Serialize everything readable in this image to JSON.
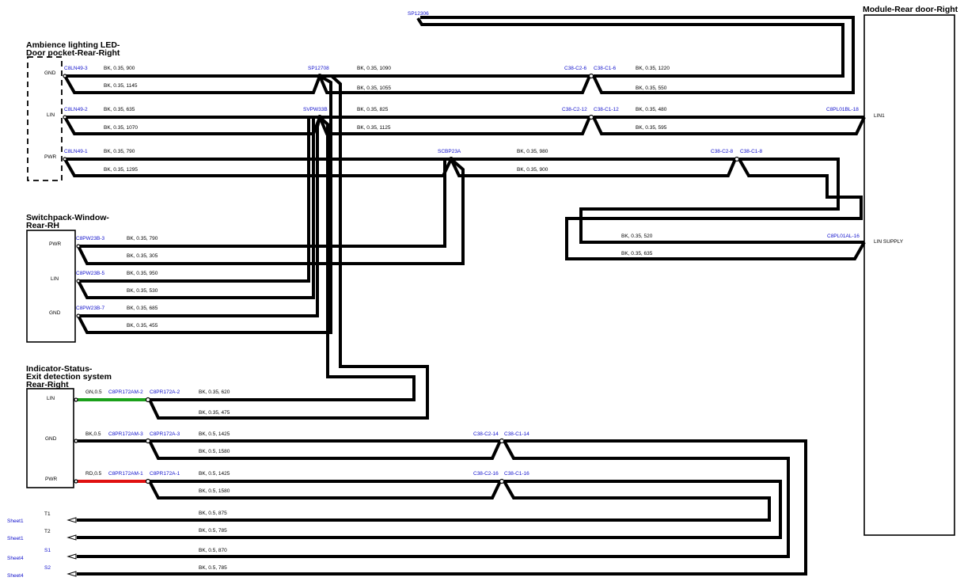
{
  "components": {
    "ambience": {
      "title_line1": "Ambience lighting LED-",
      "title_line2": "Door pocket-Rear-Right",
      "pins": [
        "GND",
        "LIN",
        "PWR"
      ]
    },
    "switchpack": {
      "title_line1": "Switchpack-Window-",
      "title_line2": "Rear-RH",
      "pins": [
        "PWR",
        "LIN",
        "GND"
      ]
    },
    "indicator": {
      "title_line1": "Indicator-Status-",
      "title_line2": "Exit detection system",
      "title_line3": "Rear-Right",
      "pins": [
        "LIN",
        "GND",
        "PWR"
      ]
    },
    "module": {
      "title": "Module-Rear door-Right",
      "pins": [
        "LIN1",
        "LIN SUPPLY"
      ]
    }
  },
  "connectors": {
    "sp12306": "SP12306",
    "sp12708": "SP12708",
    "svpw33b": "SVPW33B",
    "scbp23a": "SCBP23A",
    "c8ln49_3": "C8LN49-3",
    "c8ln49_2": "C8LN49-2",
    "c8ln49_1": "C8LN49-1",
    "c38_c2_6": "C38-C2-6",
    "c38_c1_6": "C38-C1-6",
    "c38_c2_12": "C38-C2-12",
    "c38_c1_12": "C38-C1-12",
    "c8pl01bl_18": "C8PL01BL-18",
    "c38_c2_8": "C38-C2-8",
    "c38_c1_8": "C38-C1-8",
    "c8pl01al_16": "C8PL01AL-16",
    "c8pw23b_3": "C8PW23B-3",
    "c8pw23b_5": "C8PW23B-5",
    "c8pw23b_7": "C8PW23B-7",
    "c8pr172am_2": "C8PR172AM-2",
    "c8pr172a_2": "C8PR172A-2",
    "c8pr172am_3": "C8PR172AM-3",
    "c8pr172a_3": "C8PR172A-3",
    "c8pr172am_1": "C8PR172AM-1",
    "c8pr172a_1": "C8PR172A-1",
    "c38_c2_14": "C38-C2-14",
    "c38_c1_14": "C38-C1-14",
    "c38_c2_16": "C38-C2-16",
    "c38_c1_16": "C38-C1-16"
  },
  "wires": {
    "w900": "BK,  0.35,  900",
    "w1090": "BK,  0.35,  1090",
    "w1220": "BK,  0.35,  1220",
    "w1145": "BK,  0.35,  1145",
    "w1055": "BK,  0.35,  1055",
    "w550": "BK,  0.35,  550",
    "w635a": "BK,  0.35,  635",
    "w825": "BK,  0.35,  825",
    "w480": "BK,  0.35,  480",
    "w1070": "BK,  0.35,  1070",
    "w1125": "BK,  0.35,  1125",
    "w595": "BK,  0.35,  595",
    "w790a": "BK,  0.35,  790",
    "w980": "BK,  0.35,  980",
    "w1295": "BK,  0.35,  1295",
    "w900b": "BK,  0.35,  900",
    "w520": "BK,  0.35,  520",
    "w635b": "BK,  0.35,  635",
    "w790b": "BK,  0.35,  790",
    "w305": "BK,  0.35,  305",
    "w950": "BK,  0.35,  950",
    "w530": "BK,  0.35,  530",
    "w685": "BK,  0.35,  685",
    "w455": "BK,  0.35,  455",
    "gn05": "GN,0.5",
    "w620": "BK,  0.35,  620",
    "w475": "BK,  0.35,  475",
    "bk05": "BK,0.5",
    "w1425a": "BK,  0.5,  1425",
    "w1580a": "BK,  0.5,  1580",
    "rd05": "RD,0.5",
    "w1425b": "BK,  0.5,  1425",
    "w1580b": "BK,  0.5,  1580",
    "w875": "BK,  0.5,  875",
    "w785a": "BK,  0.5,  785",
    "w870": "BK,  0.5,  870",
    "w785b": "BK,  0.5,  785"
  },
  "offsheet": {
    "t1": "T1",
    "t2": "T2",
    "s1": "S1",
    "s2": "S2",
    "sheet1a": "Sheet1",
    "sheet1b": "Sheet1",
    "sheet4a": "Sheet4",
    "sheet4b": "Sheet4"
  },
  "colors": {
    "wire": "#000000",
    "green_wire": "#1aa01a",
    "red_wire": "#e01010",
    "connector_text": "#1010cc"
  }
}
